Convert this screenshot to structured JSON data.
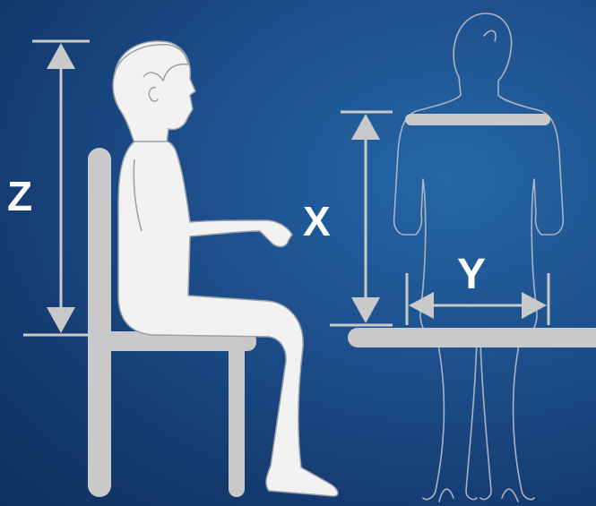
{
  "labels": {
    "z": "Z",
    "x": "X",
    "y": "Y"
  },
  "colors": {
    "background": "#1a4a86",
    "figure_fill": "#f2f2f2",
    "outline": "#c9ccd1",
    "furniture": "#c9c9c9",
    "arrow": "#c9c9c9"
  }
}
